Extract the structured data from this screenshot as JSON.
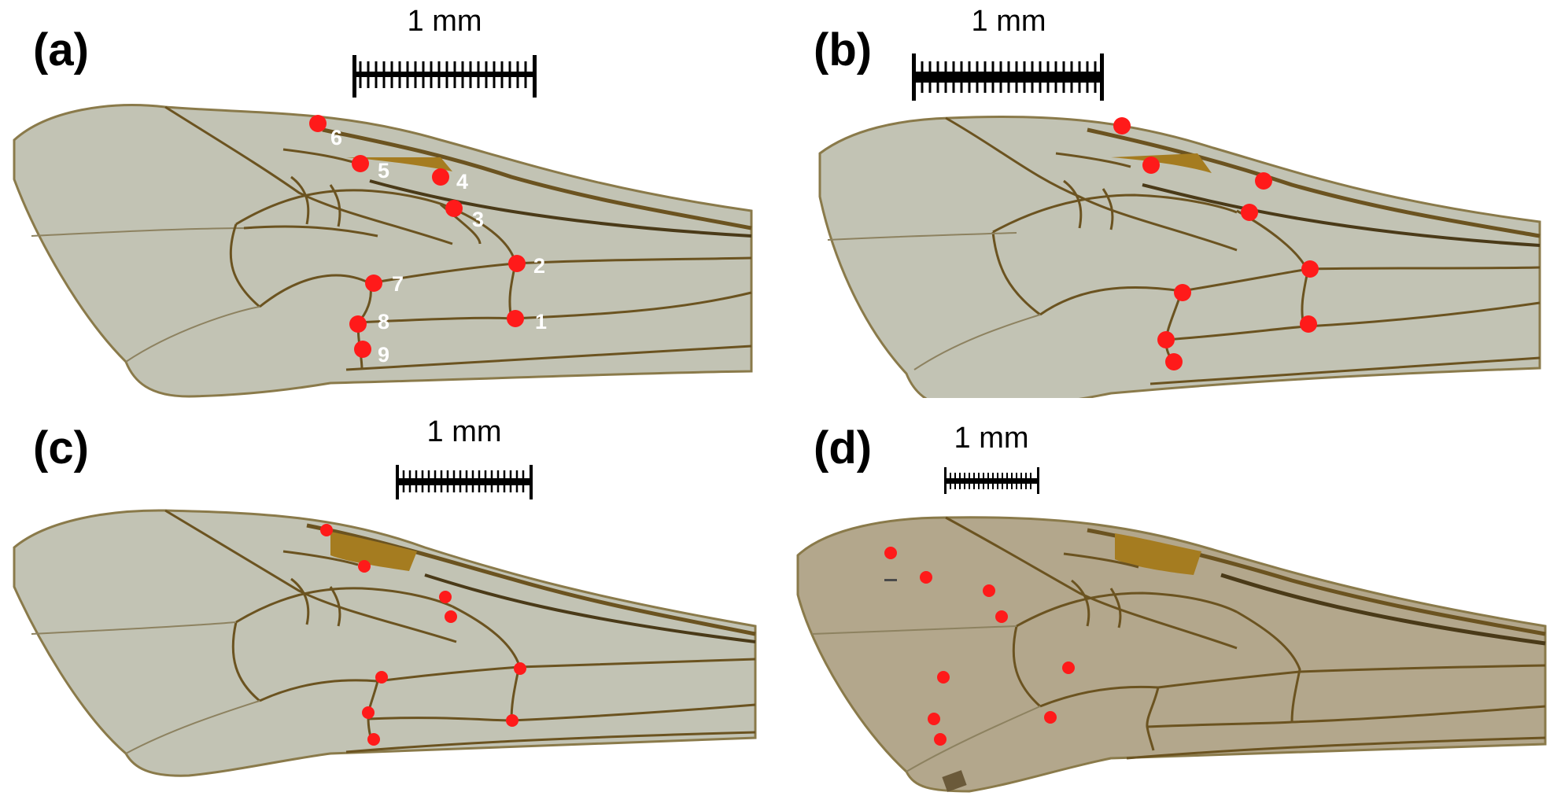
{
  "colors": {
    "background": "#ffffff",
    "landmark": "#ff1a1a",
    "landmark_number": "#ffffff",
    "wing_membrane": "#c2c3b4",
    "wing_vein": "#6b5320",
    "stigma": "#a57c20",
    "wing_membrane_dark": "#b3a78c"
  },
  "panels": [
    {
      "label": "(a)",
      "scale_text": "1 mm",
      "landmark_numbers": [
        "1",
        "2",
        "3",
        "4",
        "5",
        "6",
        "7",
        "8",
        "9"
      ],
      "landmarks_numbered": true
    },
    {
      "label": "(b)",
      "scale_text": "1 mm",
      "landmarks_numbered": false
    },
    {
      "label": "(c)",
      "scale_text": "1 mm",
      "landmarks_numbered": false
    },
    {
      "label": "(d)",
      "scale_text": "1 mm",
      "landmarks_numbered": false
    }
  ]
}
